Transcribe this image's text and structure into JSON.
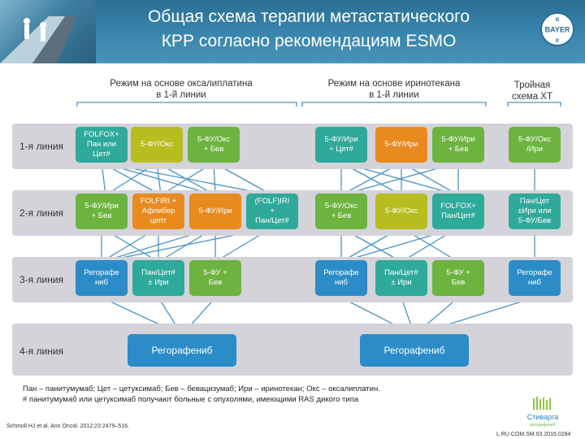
{
  "header": {
    "title_line1": "Общая схема терапии метастатического",
    "title_line2": "КРР согласно рекомендациям ESMO",
    "logo_text": "BAYER"
  },
  "columns": {
    "oxaliplatin": "Режим на основе оксалиплатина\nв 1-й линии",
    "irinotecan": "Режим на основе иринотекана\nв 1-й линии",
    "triple": "Тройная\nсхема ХТ"
  },
  "rows": [
    "1-я линия",
    "2-я линия",
    "3-я линия",
    "4-я линия"
  ],
  "tiles": {
    "r1": [
      "FOLFOX+\nПан или\nЦет#",
      "5-ФУ/Окс",
      "5-ФУ/Окс\n+ Бев",
      "5-ФУ/Ири\n+ Цет#",
      "5-ФУ/Ири",
      "5-ФУ/Ири\n+ Бев",
      "5-ФУ/Окс\n/Ири"
    ],
    "r2": [
      "5-ФУ/Ири\n+ Бев",
      "FOLFIRI +\nАфлибер\nцепт",
      "5-ФУ/Ири",
      "(FOLF)IRI\n+\nПан/Цет#",
      "5-ФУ/Окс\n+ Бев",
      "5-ФУ/Окс",
      "FOLFOX+\nПан/Цет#",
      "Пан/Цет\n±Ири или\n5-ФУ/Бев"
    ],
    "r3": [
      "Регорафе\nниб",
      "Пан/Цет#\n± Ири",
      "5-ФУ +\nБев",
      "Регорафе\nниб",
      "Пан/Цет#\n± Ири",
      "5-ФУ +\nБев",
      "Регорафе\nниб"
    ],
    "r4": [
      "Регорафениб",
      "Регорафениб"
    ]
  },
  "footnote": {
    "line1": "Пан – панитумумаб; Цет – цетуксимаб; Бев – бевацизумаб; Ири – иринотекан; Окс – оксалиплатин.",
    "line2": "# панитумумаб или цетуксимаб получают больные с опухолями, имеющими RAS дикого типа"
  },
  "reference": "Schmoll HJ et al. Ann Oncol. 2012;23:2479–516.",
  "brand": "Стиварга",
  "brand_sub": "регорафениб",
  "code": "L.RU.COM.SM.03.2016.0284",
  "colors": {
    "header": "#3a86ad",
    "tile_teal": "#2fa99a",
    "tile_olive": "#b8bd1f",
    "tile_green": "#6db33f",
    "tile_orange": "#e98a1f",
    "tile_blue": "#2b8cc8",
    "band": "#d3d3d9",
    "line": "#4a93c7"
  }
}
